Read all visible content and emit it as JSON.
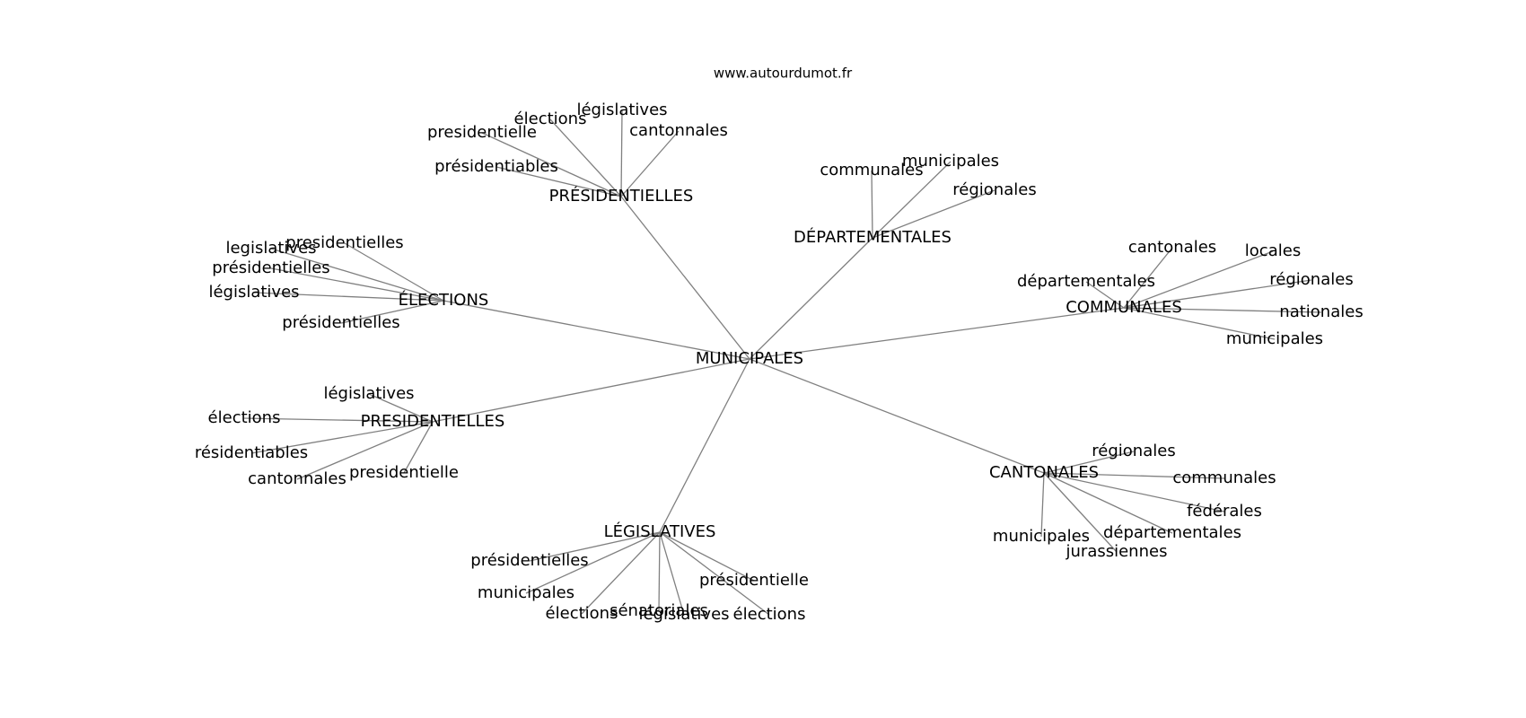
{
  "site": "www.autourdumot.fr",
  "center": {
    "id": "municipales-center",
    "label": "MUNICIPALES"
  },
  "hubs": [
    {
      "id": "presidentielles-top",
      "label": "PRÉSIDENTIELLES",
      "leaves": [
        {
          "id": "p1-presidentielle",
          "label": "presidentielle"
        },
        {
          "id": "p1-elections",
          "label": "élections"
        },
        {
          "id": "p1-legislatives",
          "label": "législatives"
        },
        {
          "id": "p1-cantonnales",
          "label": "cantonnales"
        },
        {
          "id": "p1-presidentiables",
          "label": "présidentiables"
        }
      ]
    },
    {
      "id": "departementales",
      "label": "DÉPARTEMENTALES",
      "leaves": [
        {
          "id": "d-communales",
          "label": "communales"
        },
        {
          "id": "d-municipales",
          "label": "municipales"
        },
        {
          "id": "d-regionales",
          "label": "régionales"
        }
      ]
    },
    {
      "id": "elections",
      "label": "ÉLECTIONS",
      "leaves": [
        {
          "id": "e-legislatives-a",
          "label": "legislatives"
        },
        {
          "id": "e-presidentielles-a",
          "label": "presidentielles"
        },
        {
          "id": "e-presidentielles-b",
          "label": "présidentielles"
        },
        {
          "id": "e-legislatives-b",
          "label": "législatives"
        },
        {
          "id": "e-presidentielles-c",
          "label": "présidentielles"
        }
      ]
    },
    {
      "id": "communales",
      "label": "COMMUNALES",
      "leaves": [
        {
          "id": "c-cantonales",
          "label": "cantonales"
        },
        {
          "id": "c-locales",
          "label": "locales"
        },
        {
          "id": "c-departementales",
          "label": "départementales"
        },
        {
          "id": "c-regionales",
          "label": "régionales"
        },
        {
          "id": "c-nationales",
          "label": "nationales"
        },
        {
          "id": "c-municipales",
          "label": "municipales"
        }
      ]
    },
    {
      "id": "presidentielles-left",
      "label": "PRESIDENTIELLES",
      "leaves": [
        {
          "id": "p2-legislatives",
          "label": "législatives"
        },
        {
          "id": "p2-elections",
          "label": "élections"
        },
        {
          "id": "p2-residentiables",
          "label": "résidentiables"
        },
        {
          "id": "p2-cantonnales",
          "label": "cantonnales"
        },
        {
          "id": "p2-presidentielle",
          "label": "presidentielle"
        }
      ]
    },
    {
      "id": "cantonales",
      "label": "CANTONALES",
      "leaves": [
        {
          "id": "k-regionales",
          "label": "régionales"
        },
        {
          "id": "k-communales",
          "label": "communales"
        },
        {
          "id": "k-federales",
          "label": "fédérales"
        },
        {
          "id": "k-departementales",
          "label": "départementales"
        },
        {
          "id": "k-municipales",
          "label": "municipales"
        },
        {
          "id": "k-jurassiennes",
          "label": "jurassiennes"
        }
      ]
    },
    {
      "id": "legislatives",
      "label": "LÉGISLATIVES",
      "leaves": [
        {
          "id": "l-presidentielles",
          "label": "présidentielles"
        },
        {
          "id": "l-municipales",
          "label": "municipales"
        },
        {
          "id": "l-elections-a",
          "label": "élections"
        },
        {
          "id": "l-senatoriales",
          "label": "sénatoriales"
        },
        {
          "id": "l-legislatives",
          "label": "législatives"
        },
        {
          "id": "l-elections-b",
          "label": "élections"
        },
        {
          "id": "l-presidentielle",
          "label": "présidentielle"
        }
      ]
    }
  ]
}
